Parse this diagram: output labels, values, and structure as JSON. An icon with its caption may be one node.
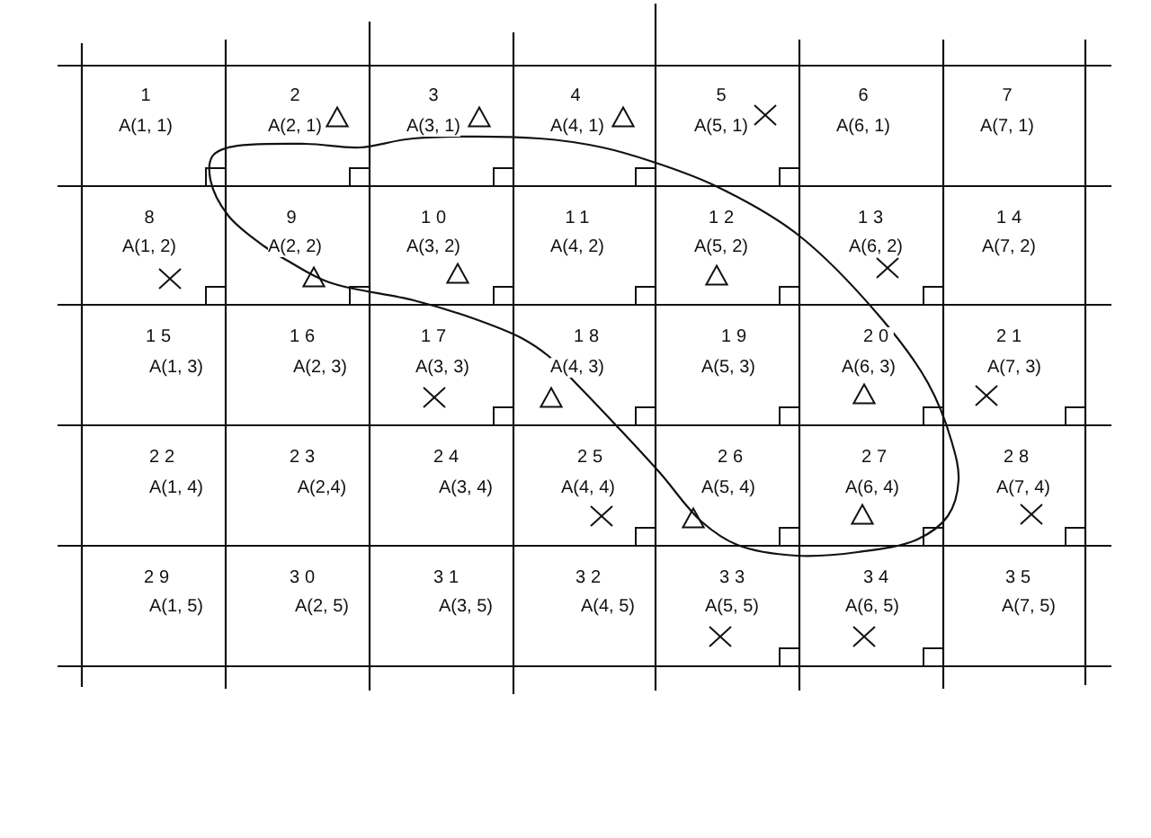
{
  "diagram": {
    "nodes": [
      {
        "text": [
          "1",
          "A(1, 1)"
        ]
      },
      {
        "text": [
          "2",
          "A(2, 1)"
        ]
      },
      {
        "text": [
          "3",
          "A(3, 1)"
        ]
      },
      {
        "text": [
          "4",
          "A(4, 1)"
        ]
      },
      {
        "text": [
          "5",
          "A(5, 1)"
        ]
      },
      {
        "text": [
          "6",
          "A(6, 1)"
        ]
      },
      {
        "text": [
          "7",
          "A(7, 1)"
        ]
      },
      {
        "text": [
          "8",
          "A(1, 2)"
        ]
      },
      {
        "text": [
          "9",
          "A(2, 2)"
        ]
      },
      {
        "text": [
          "10",
          "A(3, 2)"
        ]
      },
      {
        "text": [
          "11",
          "A(4, 2)"
        ]
      },
      {
        "text": [
          "12",
          "A(5, 2)"
        ]
      },
      {
        "text": [
          "13",
          "A(6, 2)"
        ]
      },
      {
        "text": [
          "14",
          "A(7, 2)"
        ]
      },
      {
        "text": [
          "15",
          "A(1, 3)"
        ]
      },
      {
        "text": [
          "16",
          "A(2, 3)"
        ]
      },
      {
        "text": [
          "17",
          "A(3, 3)"
        ]
      },
      {
        "text": [
          "18",
          "A(4, 3)"
        ]
      },
      {
        "text": [
          "19",
          "A(5, 3)"
        ]
      },
      {
        "text": [
          "20",
          "A(6, 3)"
        ]
      },
      {
        "text": [
          "21",
          "A(7, 3)"
        ]
      },
      {
        "text": [
          "22",
          "A(1, 4)"
        ]
      },
      {
        "text": [
          "23",
          "A(2,4)"
        ]
      },
      {
        "text": [
          "24",
          "A(3, 4)"
        ]
      },
      {
        "text": [
          "25",
          "A(4, 4)"
        ]
      },
      {
        "text": [
          "26",
          "A(5, 4)"
        ]
      },
      {
        "text": [
          "27",
          "A(6, 4)"
        ]
      },
      {
        "text": [
          "28",
          "A(7, 4)"
        ]
      },
      {
        "text": [
          "29",
          "A(1, 5)"
        ]
      },
      {
        "text": [
          "30",
          "A(2, 5)"
        ]
      },
      {
        "text": [
          "31",
          "A(3, 5)"
        ]
      },
      {
        "text": [
          "32",
          "A(4, 5)"
        ]
      },
      {
        "text": [
          "33",
          "A(5, 5)"
        ]
      },
      {
        "text": [
          "34",
          "A(6, 5)"
        ]
      },
      {
        "text": [
          "35",
          "A(7, 5)"
        ]
      }
    ]
  }
}
